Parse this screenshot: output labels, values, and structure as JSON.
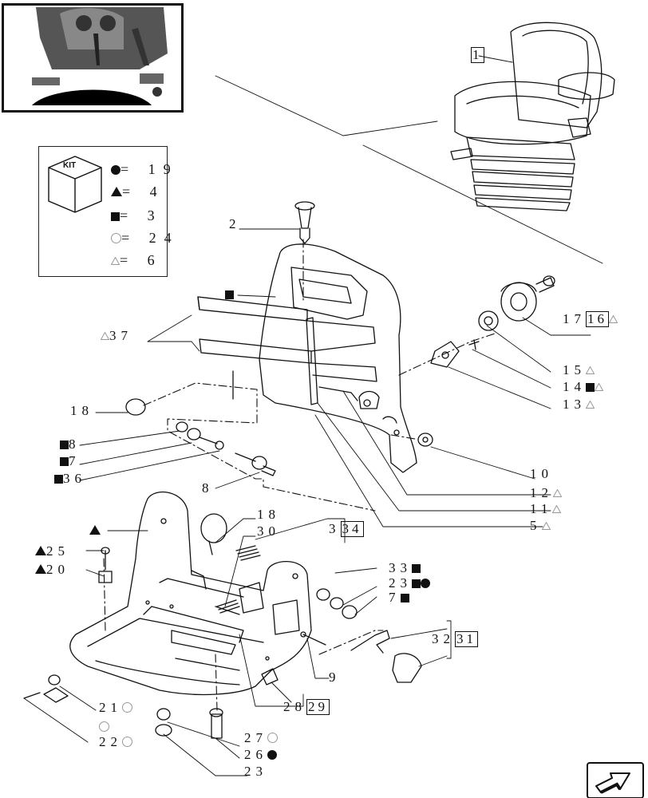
{
  "kit": {
    "title": "KIT",
    "rows": [
      {
        "symbol": "filled-circle",
        "sep": "=",
        "value": "19"
      },
      {
        "symbol": "filled-triangle",
        "sep": "=",
        "value": "4"
      },
      {
        "symbol": "filled-square",
        "sep": "=",
        "value": "3"
      },
      {
        "symbol": "open-circle",
        "sep": "=",
        "value": "24"
      },
      {
        "symbol": "open-triangle",
        "sep": "=",
        "value": "6"
      }
    ]
  },
  "callouts": {
    "c1": "1",
    "c2": "2",
    "c37": "37",
    "c18a": "18",
    "c8a": "8",
    "c7a": "7",
    "c36": "36",
    "c8b": "8",
    "c17": "17",
    "c16": "16",
    "c15": "15",
    "c14": "14",
    "c13": "13",
    "c10": "10",
    "c12": "12",
    "c11": "11",
    "c5": "5",
    "c18b": "18",
    "c30": "30",
    "c3": "3",
    "c34": "34",
    "c25": "25",
    "c20": "20",
    "c33": "33",
    "c23a": "23",
    "c7b": "7",
    "c32": "32",
    "c31": "31",
    "c9": "9",
    "c28": "28",
    "c29": "29",
    "c21": "21",
    "c22": "22",
    "c27": "27",
    "c26": "26",
    "c23b": "23"
  },
  "icons": {
    "nav": "arrow-next-icon"
  },
  "colors": {
    "ink": "#111111",
    "paper": "#ffffff"
  }
}
